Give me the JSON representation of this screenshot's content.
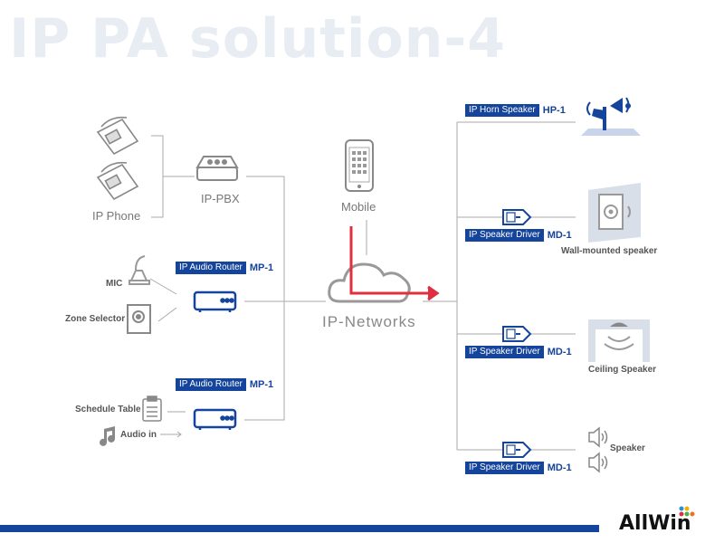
{
  "title": "IP PA solution-4",
  "left": {
    "ip_phone_label": "IP Phone",
    "ip_pbx_label": "IP-PBX",
    "mic_label": "MIC",
    "zone_selector_label": "Zone Selector",
    "schedule_table_label": "Schedule Table",
    "audio_in_label": "Audio in",
    "router_top": {
      "name": "IP Audio Router",
      "model": "MP-1"
    },
    "router_bottom": {
      "name": "IP Audio Router",
      "model": "MP-1"
    }
  },
  "center": {
    "mobile_label": "Mobile",
    "network_label": "IP-Networks"
  },
  "right": {
    "horn": {
      "name": "IP Horn Speaker",
      "model": "HP-1"
    },
    "driver1": {
      "name": "IP Speaker Driver",
      "model": "MD-1",
      "device": "Wall-mounted speaker"
    },
    "driver2": {
      "name": "IP Speaker Driver",
      "model": "MD-1",
      "device": "Ceiling Speaker"
    },
    "driver3": {
      "name": "IP Speaker Driver",
      "model": "MD-1",
      "device": "Speaker"
    }
  },
  "brand": "AllWin",
  "colors": {
    "accent": "#14449b",
    "arrow": "#e03040",
    "line": "#aaaaaa",
    "icon": "#9a9a9a"
  }
}
